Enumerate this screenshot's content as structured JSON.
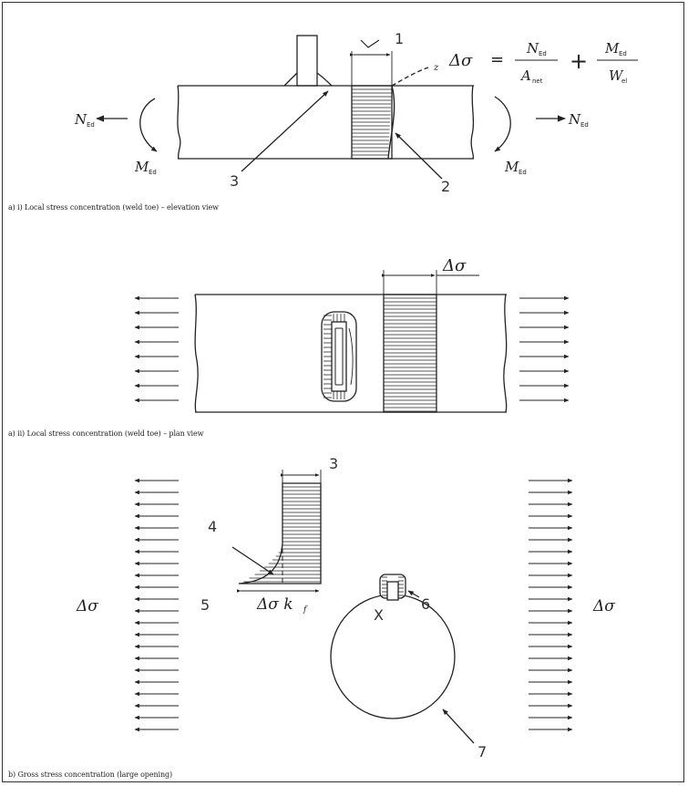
{
  "captions": {
    "a1": "a) i) Local stress concentration (weld toe) – elevation view",
    "a2": "a) ii) Local stress concentration (weld toe) – plan view",
    "b": "b) Gross stress concentration (large opening)"
  },
  "labels": {
    "one": "1",
    "two": "2",
    "three": "3",
    "three_b": "3",
    "four": "4",
    "five": "5",
    "six": "6",
    "seven": "7",
    "x_mark": "X",
    "z": "z"
  },
  "symbols": {
    "delta_sigma": "Δσ",
    "delta_sigma_kf": "Δσ k",
    "kf_sub": "f",
    "equals": "=",
    "plus": "+",
    "N": "N",
    "N_sub": "Ed",
    "M": "M",
    "M_sub": "Ed",
    "A": "A",
    "A_sub": "net",
    "W": "W",
    "W_sub": "el"
  }
}
